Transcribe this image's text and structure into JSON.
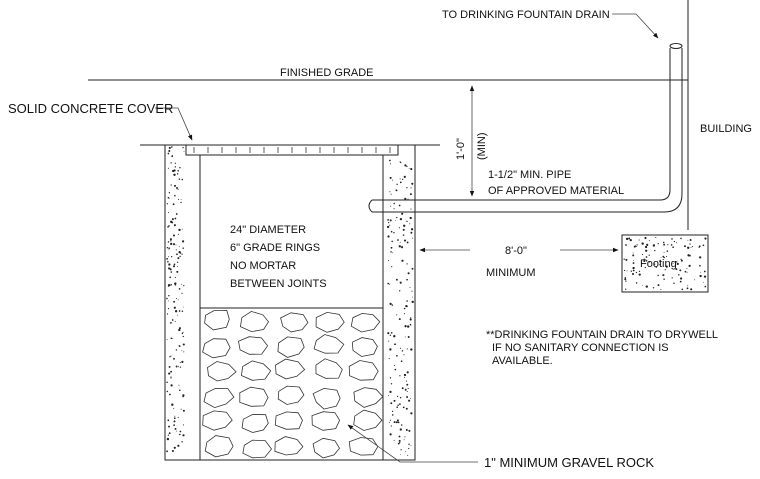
{
  "labels": {
    "drain_to": "TO DRINKING FOUNTAIN DRAIN",
    "finished_grade": "FINISHED GRADE",
    "cover": "SOLID CONCRETE COVER",
    "building": "BUILDING",
    "depth": "1'-0\"",
    "depth_min": "(MIN)",
    "pipe_line1": "1-1/2\" MIN. PIPE",
    "pipe_line2": "OF APPROVED MATERIAL",
    "diameter": "24\" DIAMETER",
    "rings": "6\" GRADE RINGS",
    "no_mortar": "NO MORTAR",
    "between": "BETWEEN JOINTS",
    "distance": "8'-0\"",
    "minimum": "MINIMUM",
    "footing": "Footing",
    "note1": "**DRINKING FOUNTAIN DRAIN TO DRYWELL",
    "note2": "IF NO SANITARY CONNECTION IS",
    "note3": "AVAILABLE.",
    "gravel": "1\" MINIMUM GRAVEL ROCK"
  }
}
